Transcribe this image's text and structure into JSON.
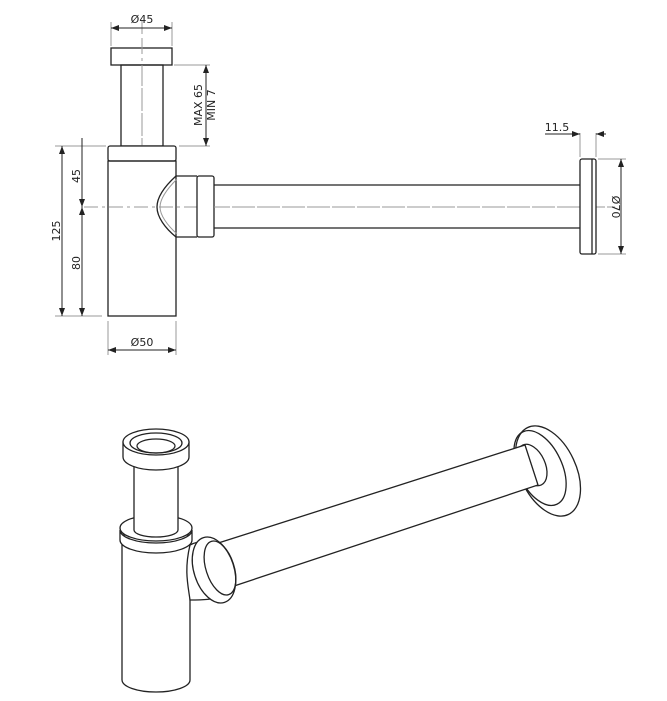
{
  "dimensions": {
    "top_cap_diameter": "Ø45",
    "height_range_max": "MAX 65",
    "height_range_min": "MIN 7",
    "total_height": "125",
    "upper_height": "45",
    "lower_height": "80",
    "body_diameter": "Ø50",
    "flange_thickness": "11.5",
    "flange_diameter": "Ø70"
  }
}
